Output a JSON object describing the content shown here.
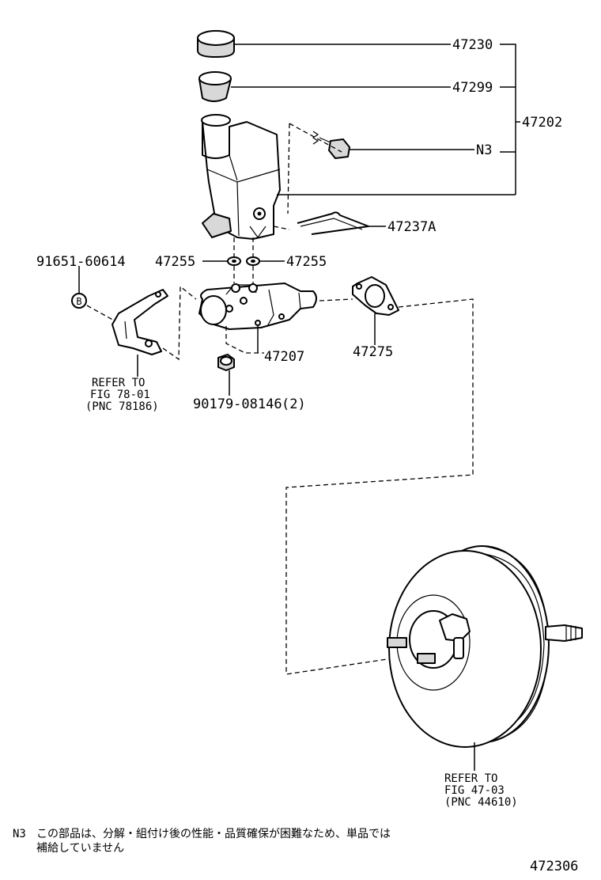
{
  "labels": {
    "cap": "47230",
    "strainer": "47299",
    "reservoir_set": "47202",
    "n3": "N3",
    "pin": "47237A",
    "grommet_left": "47255",
    "grommet_right": "47255",
    "bracket_bolt": "91651-60614",
    "bolt_symbol": "B",
    "master_cylinder": "47207",
    "gasket": "47275",
    "nut": "90179-08146",
    "nut_qty": "(2)"
  },
  "refer_bracket": {
    "line1": "REFER TO",
    "line2": "FIG 78-01",
    "line3": "(PNC 78186)"
  },
  "refer_booster": {
    "line1": "REFER TO",
    "line2": "FIG 47-03",
    "line3": "(PNC 44610)"
  },
  "note": {
    "code": "N3",
    "line1": "この部品は、分解・組付け後の性能・品質確保が困難なため、単品では",
    "line2": "補給していません"
  },
  "figure_number": "472306"
}
